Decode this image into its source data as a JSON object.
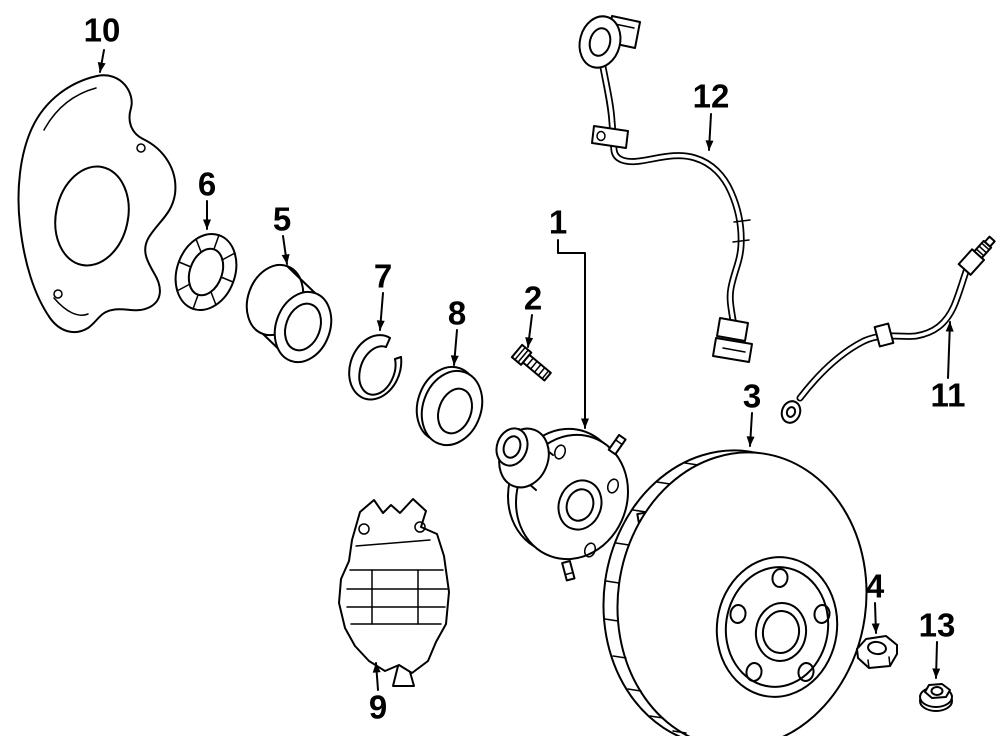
{
  "page": {
    "background_color": "#ffffff",
    "line_color": "#000000"
  },
  "diagram": {
    "type": "exploded-parts-diagram",
    "subject": "front disc brake components",
    "callouts": [
      {
        "label": "1",
        "part": "wheel-hub"
      },
      {
        "label": "2",
        "part": "wheel-stud"
      },
      {
        "label": "3",
        "part": "brake-rotor"
      },
      {
        "label": "4",
        "part": "hub-nut"
      },
      {
        "label": "5",
        "part": "wheel-bearing"
      },
      {
        "label": "6",
        "part": "inner-bearing-seal"
      },
      {
        "label": "7",
        "part": "snap-ring"
      },
      {
        "label": "8",
        "part": "grease-seal"
      },
      {
        "label": "9",
        "part": "brake-caliper"
      },
      {
        "label": "10",
        "part": "splash-shield"
      },
      {
        "label": "11",
        "part": "brake-hose"
      },
      {
        "label": "12",
        "part": "abs-wheel-speed-sensor-wire"
      },
      {
        "label": "13",
        "part": "lock-nut"
      }
    ]
  }
}
